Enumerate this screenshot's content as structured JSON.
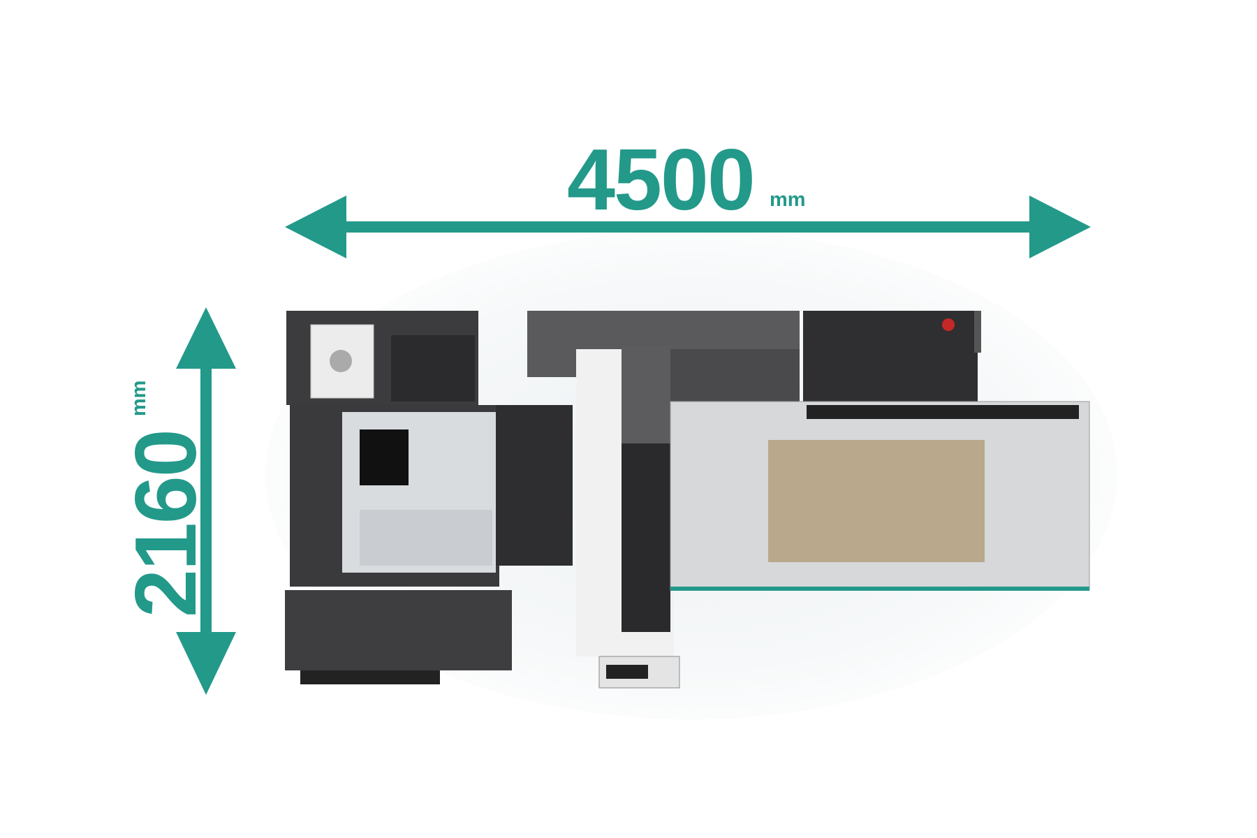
{
  "dimensions": {
    "width": {
      "value": "4500",
      "unit": "mm"
    },
    "depth": {
      "value": "2160",
      "unit": "mm"
    }
  },
  "colors": {
    "accent": "#23998a",
    "machine_dark": "#3a3a3c",
    "machine_light": "#e6e6e6"
  }
}
